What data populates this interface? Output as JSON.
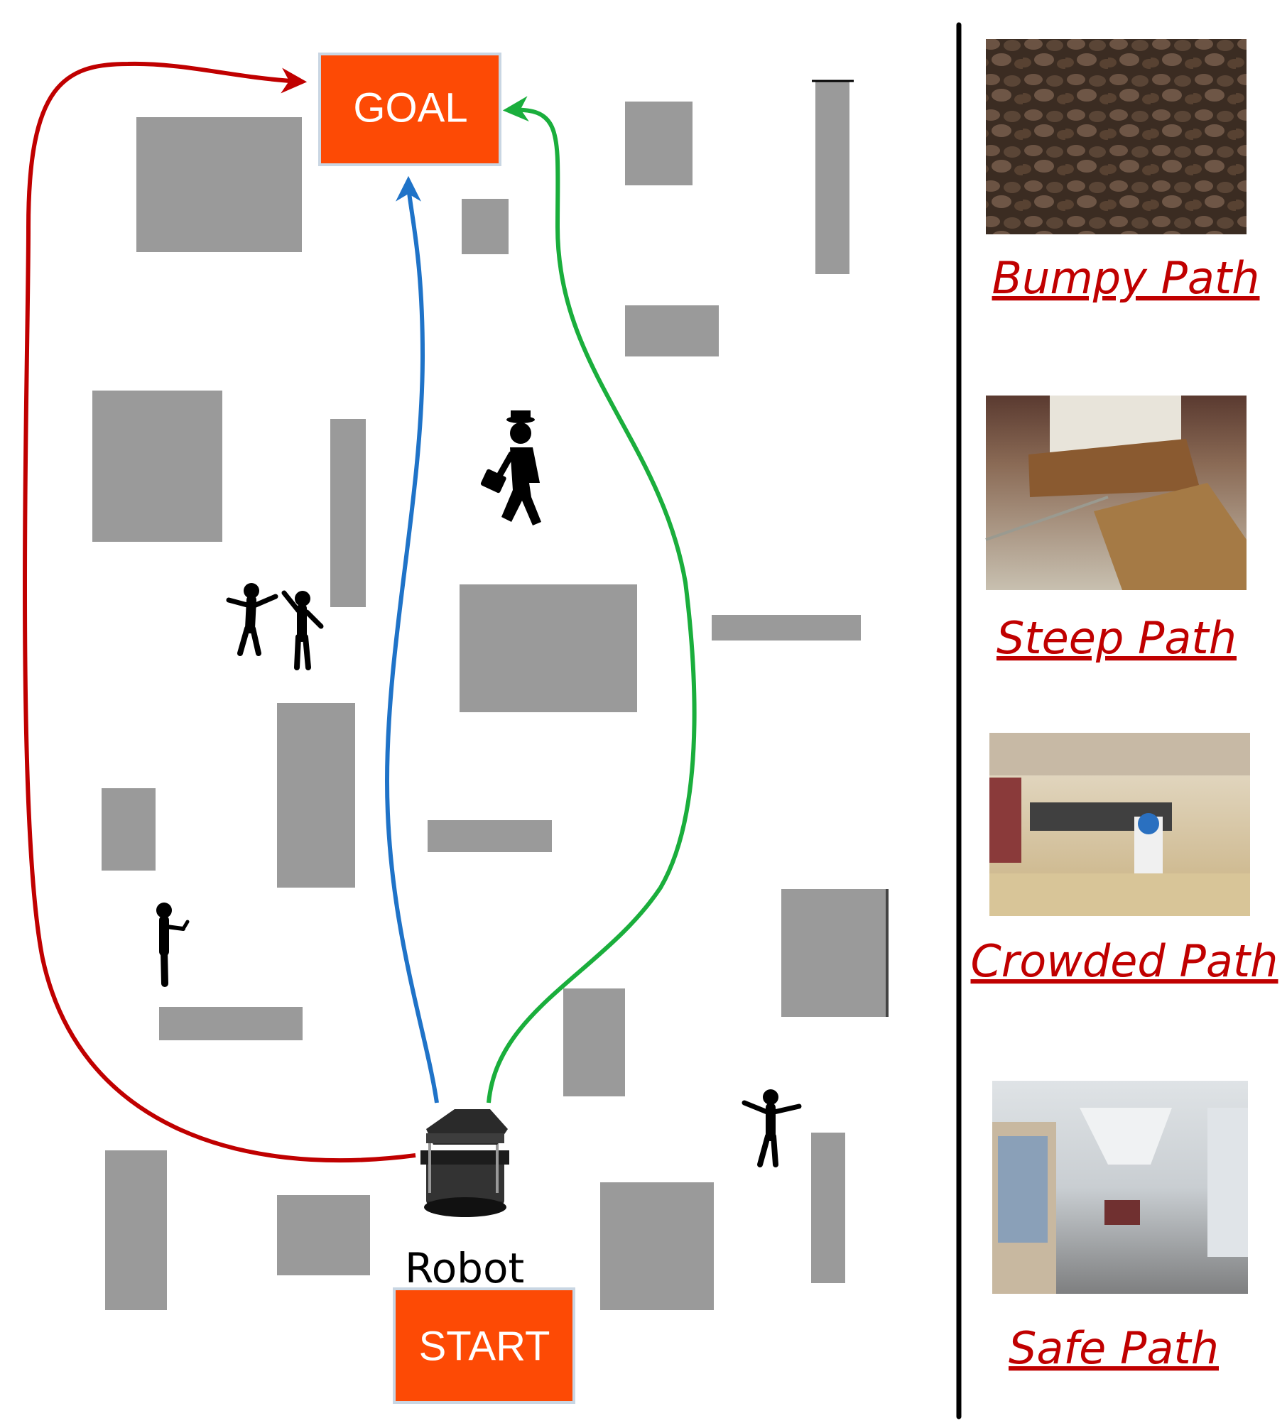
{
  "diagram": {
    "goal_label": "GOAL",
    "start_label": "START",
    "robot_label": "Robot",
    "colors": {
      "box_fill": "#fd4a05",
      "obstacle": "#9a9a9a",
      "red_path": "#c00000",
      "blue_path": "#1f73c8",
      "green_path": "#1aae3c",
      "legend_text": "#c00000",
      "divider": "#000000"
    }
  },
  "legend": {
    "items": [
      {
        "label": "Bumpy Path",
        "image": "cobblestone-floor-photo"
      },
      {
        "label": "Steep Path",
        "image": "door-threshold-ramp-photo"
      },
      {
        "label": "Crowded Path",
        "image": "shopping-mall-crowd-robot-photo"
      },
      {
        "label": "Safe Path",
        "image": "empty-corridor-robot-photo"
      }
    ]
  }
}
